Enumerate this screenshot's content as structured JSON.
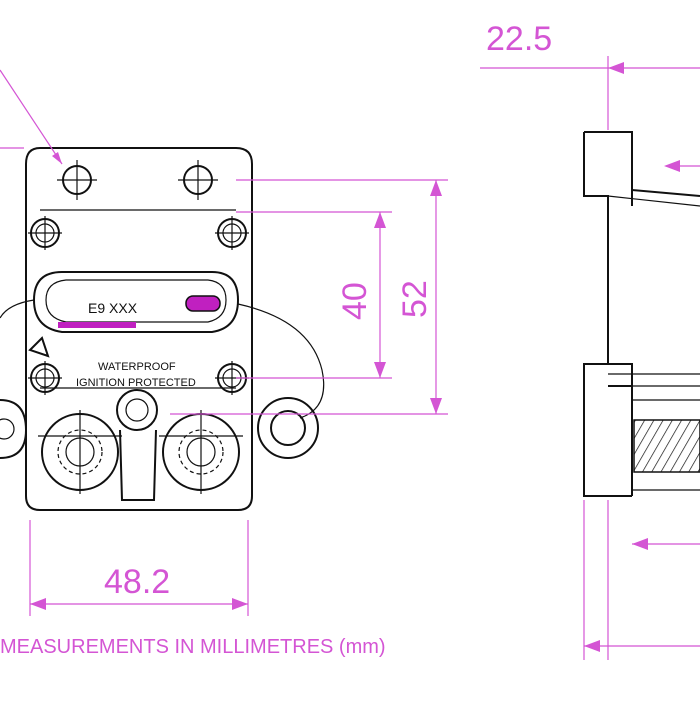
{
  "drawing": {
    "dimensions": {
      "width_front": "48.2",
      "height_holes": "40",
      "height_body": "52",
      "depth_top": "22.5"
    },
    "device_labels": {
      "model": "E9  XXX",
      "line1": "WATERPROOF",
      "line2": "IGNITION  PROTECTED"
    },
    "note": "MEASUREMENTS IN MILLIMETRES (mm)"
  },
  "colors": {
    "dimension": "#d455d4",
    "ink": "#111111",
    "indicator": "#c020c0"
  }
}
